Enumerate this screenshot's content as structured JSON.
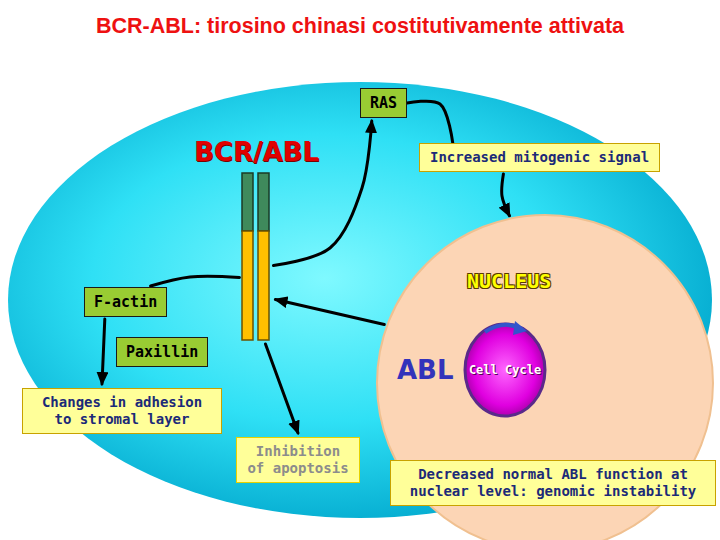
{
  "diagram": {
    "title": "BCR-ABL: tirosino chinasi costitutivamente attivata",
    "nodes": [
      {
        "text": [
          "RAS"
        ]
      },
      {
        "text": [
          "Increased mitogenic signal"
        ]
      },
      {
        "text": [
          "BCR/ABL"
        ]
      },
      {
        "text": [
          "NUCLEUS",
          "ABL"
        ]
      },
      {
        "text": [
          "F-actin"
        ]
      },
      {
        "text": [
          "Cell Cycle"
        ],
        "in": 3
      },
      {
        "text": [
          "Paxillin"
        ]
      },
      {
        "text": [
          "Changes in adhesion to stromal layer"
        ]
      },
      {
        "text": [
          "Inhibition of apoptosis"
        ]
      },
      {
        "text": [
          "Decreased normal ABL function at nuclear level: genomic instability"
        ]
      }
    ],
    "edges": [
      {
        "from": 2,
        "to": 0,
        "arrow": "to"
      },
      {
        "from": 0,
        "to": 1,
        "arrow": "none"
      },
      {
        "from": 1,
        "to": 3,
        "arrow": "to"
      },
      {
        "from": 3,
        "to": 2,
        "arrow": "to"
      },
      {
        "from": 2,
        "to": 4,
        "arrow": "none"
      },
      {
        "from": 4,
        "to": 7,
        "arrow": "to"
      },
      {
        "from": 2,
        "to": 8,
        "arrow": "to"
      }
    ]
  }
}
